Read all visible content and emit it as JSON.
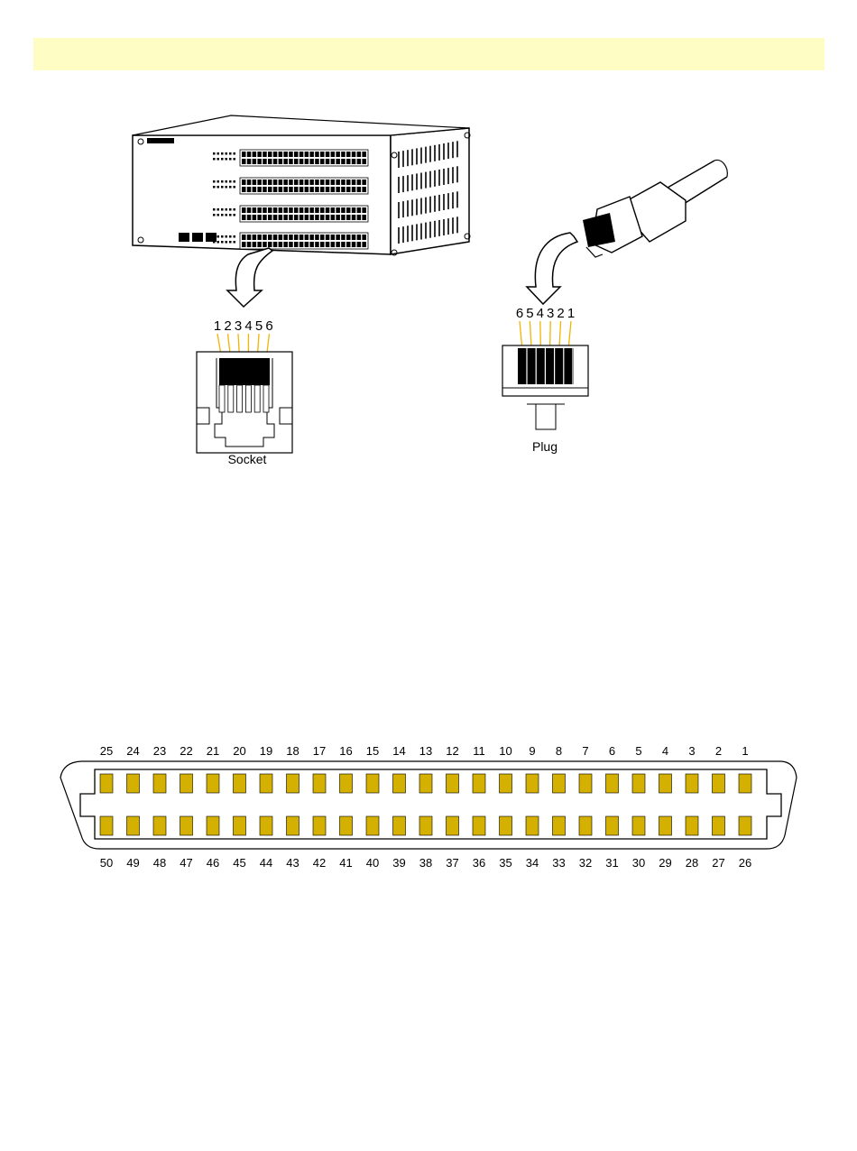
{
  "header": {
    "text": ""
  },
  "rj_figure": {
    "socket_pin_numbers": [
      "1",
      "2",
      "3",
      "4",
      "5",
      "6"
    ],
    "plug_pin_numbers": [
      "6",
      "5",
      "4",
      "3",
      "2",
      "1"
    ],
    "socket_caption": "Socket",
    "plug_caption": "Plug"
  },
  "connector_50": {
    "top_row_pins": [
      "25",
      "24",
      "23",
      "22",
      "21",
      "20",
      "19",
      "18",
      "17",
      "16",
      "15",
      "14",
      "13",
      "12",
      "11",
      "10",
      "9",
      "8",
      "7",
      "6",
      "5",
      "4",
      "3",
      "2",
      "1"
    ],
    "bottom_row_pins": [
      "50",
      "49",
      "48",
      "47",
      "46",
      "45",
      "44",
      "43",
      "42",
      "41",
      "40",
      "39",
      "38",
      "37",
      "36",
      "35",
      "34",
      "33",
      "32",
      "31",
      "30",
      "29",
      "28",
      "27",
      "26"
    ]
  },
  "colors": {
    "header_band": "#fefdc4",
    "pin_wire": "#f2b400",
    "contact_fill": "#d4b000"
  }
}
